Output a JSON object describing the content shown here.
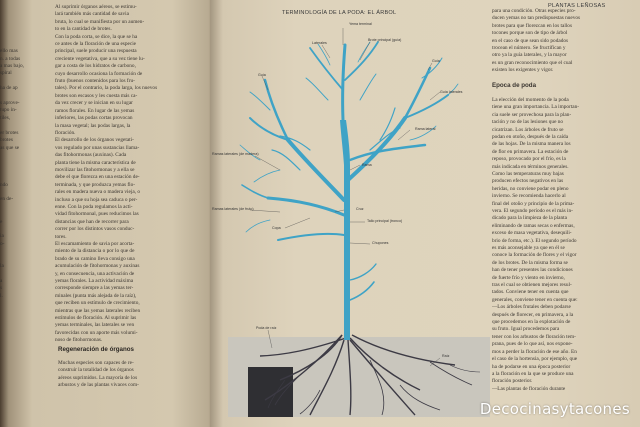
{
  "left_page": {
    "margin_col": [
      "",
      "",
      "",
      "ello mas",
      "n. a todas",
      "a mas bajo,",
      "spiral",
      "",
      "ha de ap",
      "",
      "s aprove-",
      "tupo in-",
      "tiles,",
      "",
      "er brotes",
      "brotes",
      "as que se",
      "",
      "",
      "",
      "",
      "ndo",
      "",
      "en de-",
      "",
      "",
      "e",
      "",
      "ia",
      "o-",
      "",
      "",
      "la",
      "",
      "a",
      "s",
      "l.",
      "",
      "",
      "",
      "",
      ""
    ],
    "main_col": [
      "Al suprimir órganos aéreos, se estimu-",
      "lará también más cantidad de savia",
      "bruta, lo cual se manifiesta por un aumen-",
      "to en la cantidad de brotes.",
      "Con la poda corta, se dice, la que se ha",
      "ce antes de la floración de una especie",
      "principal, suele producir una respuesta",
      "creciente vegetativa, que a su vez tiene lu-",
      "gar a costa de los hidratos de carbono,",
      "cuyo desarrollo ocasiona la formación de",
      "fruto (buenos contenidos para los fru-",
      "tales). Por el contrario, la poda larga, los nuevos",
      "brotes son escasos y les cuesta más ca-",
      "da vez crecer y se inician en su lugar",
      "ramos florales. En lugar de las yemas",
      "inferiores, las podas cortas provocan",
      "la masa vegetal; las podas largas, la",
      "floración.",
      "El desarrollo de los órganos vegetati-",
      "vos regulado por unas sustancias llama-",
      "das fitohormonas (auxinas). Cada",
      "planta tiene la misma característica de",
      "movilizar las fitohormonas y a ella se",
      "debe el que florezca en una estación de-",
      "terminada, y que produzca yemas flo-",
      "rales en madera nueva o madera vieja, o",
      "incluso a que su hoja sea caduca o per-",
      "enne. Con la poda regulamos la acti-",
      "vidad fitohormonal, pues reducimos las",
      "distancias que han de recorrer para",
      "correr por los distintos vasos conduc-",
      "tores.",
      "El escamamiento de savia por acorta-",
      "miento de la distancia o por lo que de",
      "brado de su camino lleva consigo una",
      "acumulación de fitohormonas y auxinas",
      "y, en consecuencia, una activación de",
      "yemas florales. La actividad máxima",
      "corresponde siempre a las yemas ter-",
      "minales (punta más alejada de la raíz),",
      "que reciben un estímulo de crecimiento,",
      "mientras que las yemas laterales reciben",
      "estímulos de floración. Al suprimir las",
      "yemas terminales, las laterales se ven",
      "favorecidas con un aporte más volumi-",
      "noso de fitohormonas."
    ],
    "section_heading": "Regeneración de órganos",
    "section_col": [
      "Muchas especies son capaces de re-",
      "construir la totalidad de los órganos",
      "aéreos suprimidos. La mayoría de los",
      "arbustos y de las plantas vivaces com-"
    ]
  },
  "right_page": {
    "running_head": "PLANTAS LEÑOSAS",
    "diagram_title": "TERMINOLOGÍA DE LA PODA: EL ÁRBOL",
    "labels": {
      "yema_terminal": "Yema terminal",
      "laterales": "Laterales",
      "brote_principal": "Brote principal (guía)",
      "guia_left": "Guía",
      "guia_right": "Guía",
      "guia_laterales": "Guía laterales",
      "rama_lateral": "Rama lateral",
      "rama": "Rama",
      "ramas_laterales_madera": "Ramas laterales (de madera)",
      "ramas_laterales_fruto": "Ramas laterales (de fruto)",
      "cruz": "Cruz",
      "copa": "Copa",
      "tallo_principal": "Tallo principal (tronco)",
      "chupones": "Chupones",
      "poda_de_raiz": "Poda de raíz",
      "raiz": "Raíz"
    },
    "text_col": [
      "para una condición. Otras especies pro-",
      "ducen yemas no tan predispuestas nuevos",
      "brotes para que florezcan en los tallos",
      "tocones porque son de tipo de árbol",
      "en el caso de que sean sido podados",
      "trocean el número. Se fructifican y",
      "otro ya la guía laterales, y la mayor",
      "es un gran reconocimiento que el cual",
      "existen los exigentes y vigor.",
      "",
      "Época de poda",
      "",
      "La elección del momento de la poda",
      "tiene una gran importancia. La importan-",
      "cia suele ser provechosa para la plan-",
      "tación y no de las lesiones que no",
      "cicatrizan. Los árboles de fruto se",
      "podan en otoño, después de la caída",
      "de las hojas. De la misma manera los",
      "de flor en primavera. La estación de",
      "reposo, provocado por el frío, es la",
      "más indicada en términos generales.",
      "Como las temperaturas muy bajas",
      "producen efectos negativos en las",
      "heridas, no conviene podar en pleno",
      "invierno. Se recomienda hacerlo al",
      "final del otoño y principio de la prima-",
      "vera. El segundo período es el más in-",
      "dicado para la limpieza de la planta",
      "eliminando de ramas secas o enfermas,",
      "exceso de masa vegetativa, desequili-",
      "brio de forma, etc.). El segundo período",
      "es más aconsejable ya que en él se",
      "conoce la formación de flores y el vigor",
      "de los brotes. De la misma forma se",
      "han de tener presentes las condiciones",
      "de fuerte frío y viento en invierno,",
      "tras el cual se obtienen mejores resul-",
      "tados. Conviene tener en cuenta que",
      "generales, conviene tener en cuenta que:",
      "—Los árboles frutales deben podarse",
      "después de florecer, en primavera, a la",
      "que procedemos en la explotación de",
      "su fruto. Igual procedemos para",
      "tener con los arbustos de floración tem-",
      "prana, pues de lo que así, nos expone-",
      "mos a perder la floración de ese año. En",
      "el caso de la hortensia, por ejemplo, que",
      "ha de podarse en una época posterior",
      "a la floración en la que se produce una",
      "floración posterior.",
      "—Las plantas de floración durante"
    ]
  },
  "watermark": "Decocinasytacones",
  "colors": {
    "tree": "#3fa3c6",
    "tree_dark": "#2c87ad",
    "soil": "#c9c6bd",
    "soil_dark": "#2f2f33",
    "roots": "#3c3a44",
    "page": "#ddd2ba",
    "text": "#3a3530"
  }
}
